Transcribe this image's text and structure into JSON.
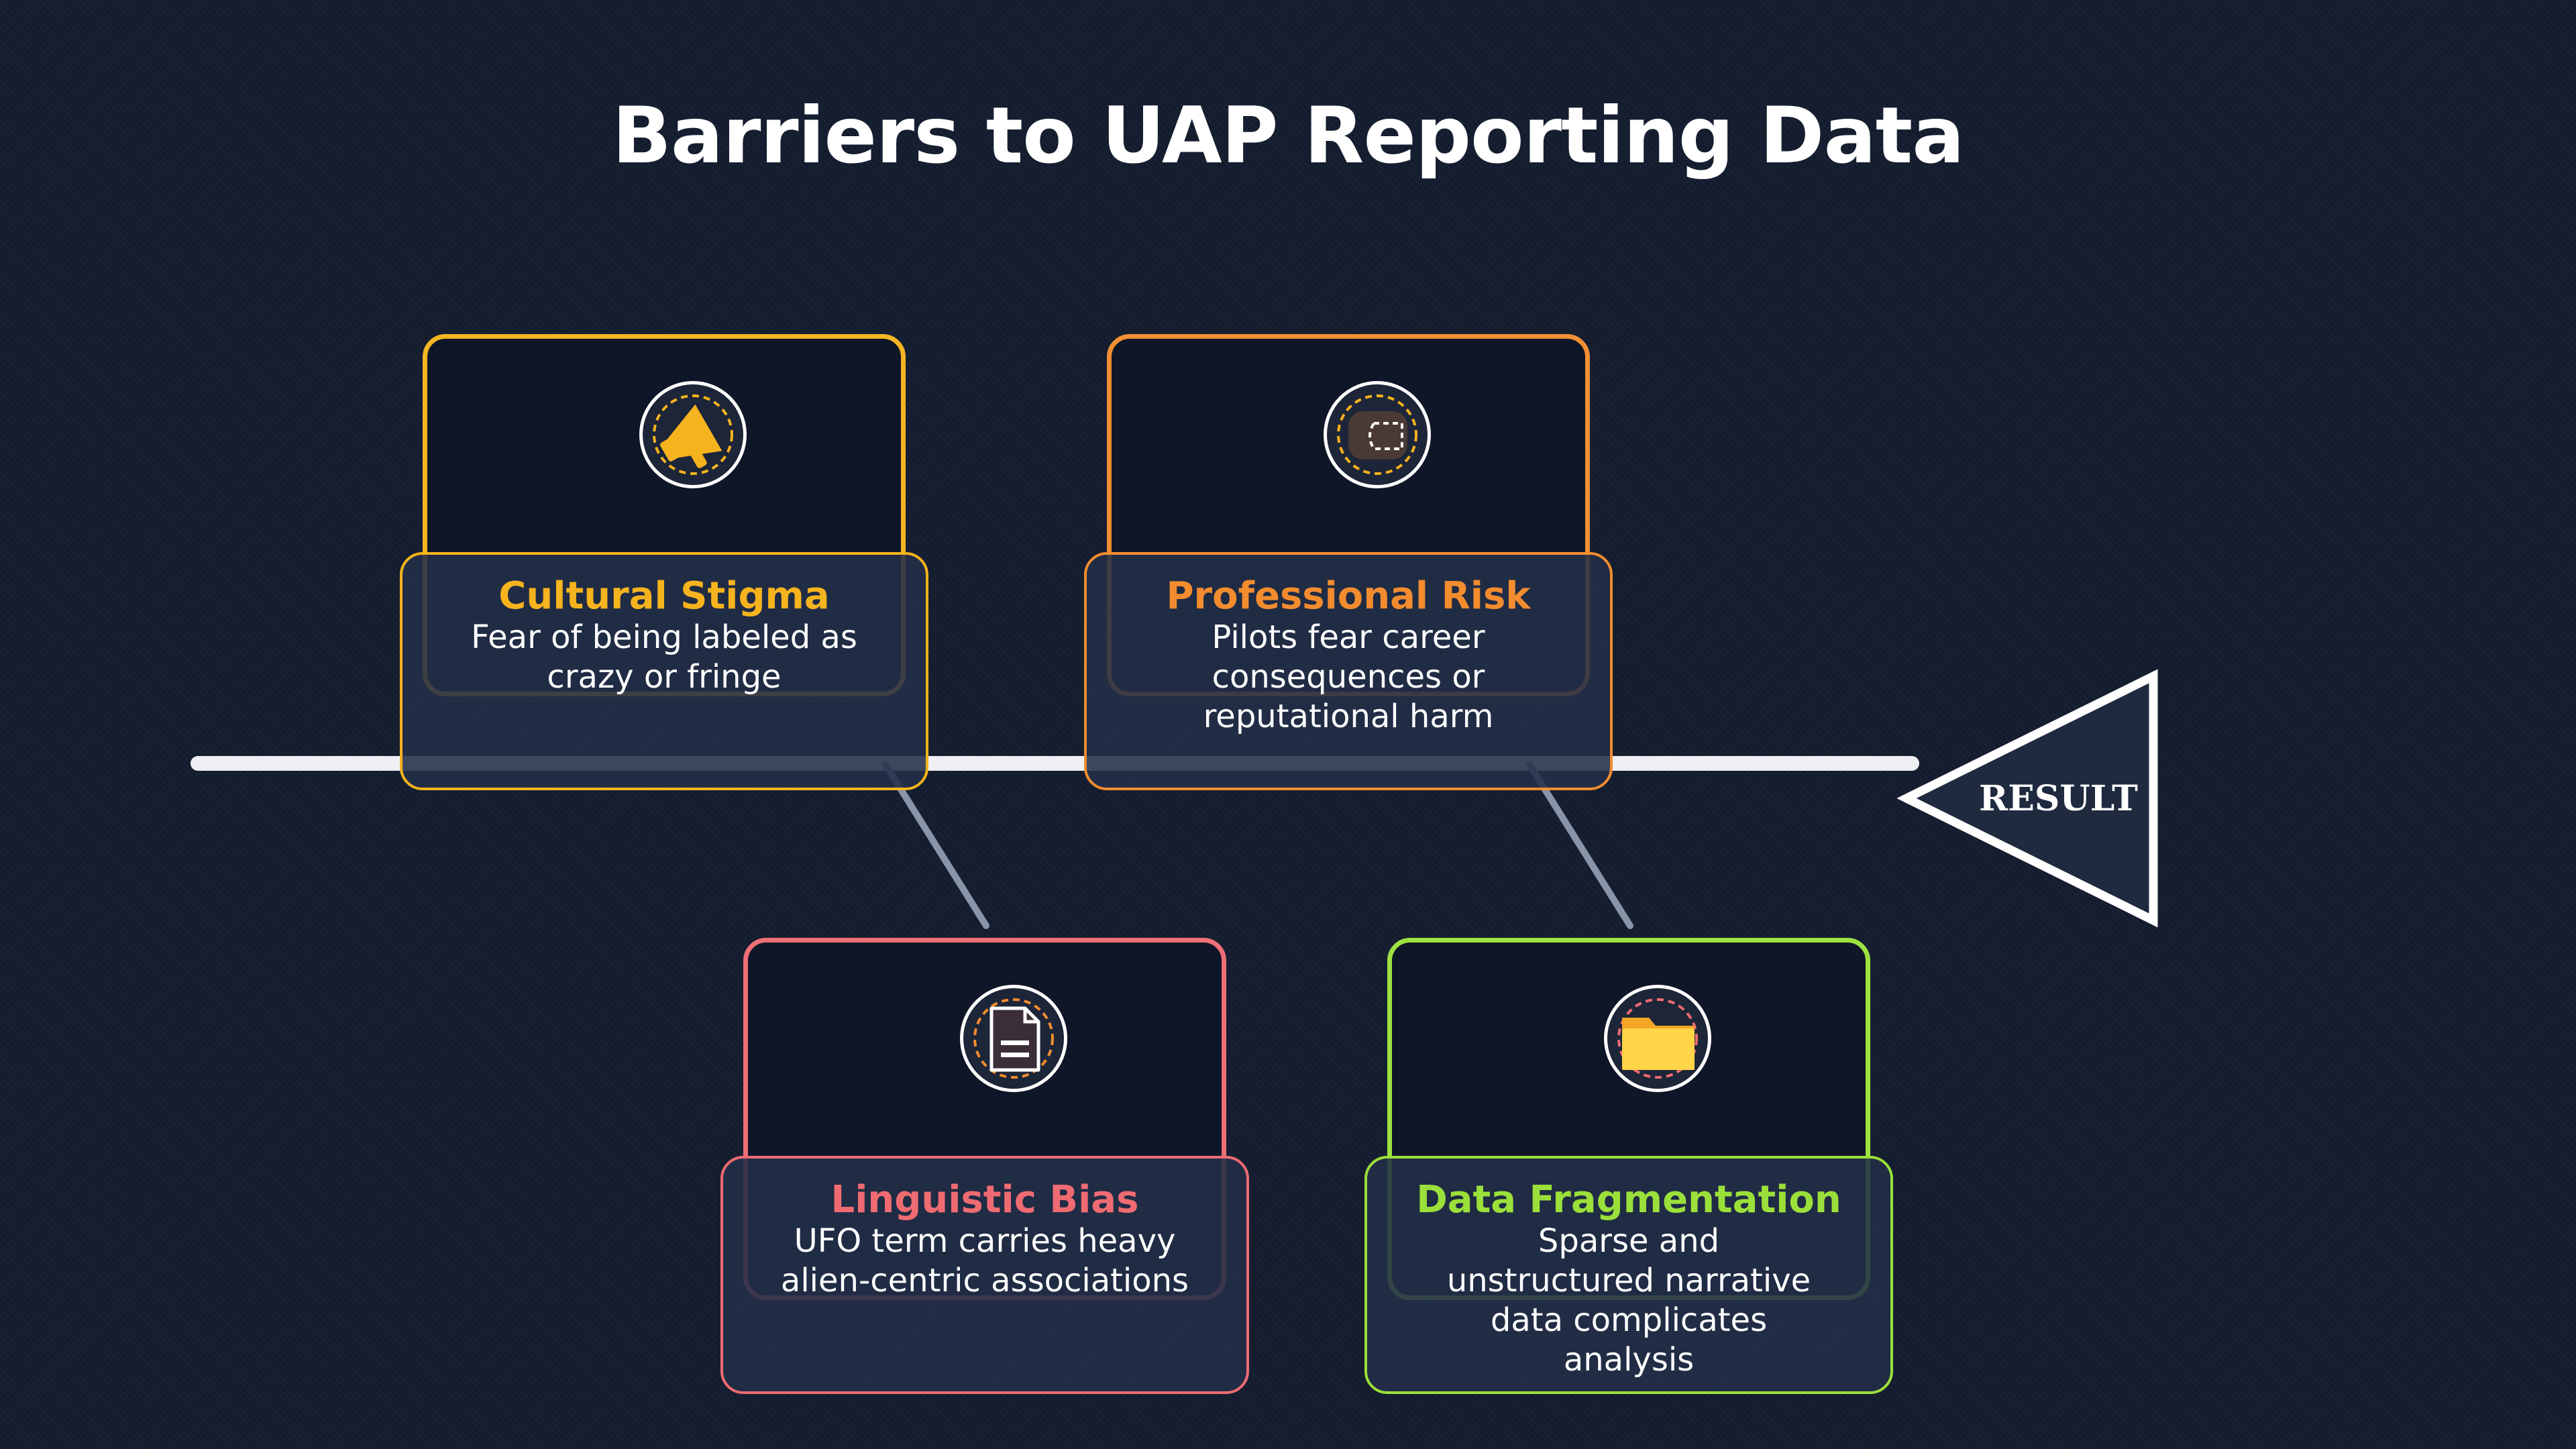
{
  "title": "Barriers to UAP Reporting Data",
  "result_label": "RESULT",
  "colors": {
    "spine": "#eef0f4",
    "connector": "#8a94a8",
    "cultural_stigma": "#f5b31d",
    "professional_risk": "#f28c2e",
    "linguistic_bias": "#ef6b72",
    "data_fragmentation": "#9be03a"
  },
  "causes": [
    {
      "id": "cultural-stigma",
      "title": "Cultural Stigma",
      "description": "Fear of being labeled as crazy or fringe",
      "icon": "megaphone-icon",
      "color": "#f5b31d"
    },
    {
      "id": "professional-risk",
      "title": "Professional Risk",
      "description": "Pilots fear career consequences or reputational harm",
      "icon": "wallet-icon",
      "color": "#f28c2e"
    },
    {
      "id": "linguistic-bias",
      "title": "Linguistic Bias",
      "description": "UFO term carries heavy alien-centric associations",
      "icon": "document-icon",
      "color": "#ef6b72"
    },
    {
      "id": "data-fragmentation",
      "title": "Data Fragmentation",
      "description": "Sparse and unstructured narrative data complicates analysis",
      "icon": "folder-icon",
      "color": "#9be03a"
    }
  ]
}
